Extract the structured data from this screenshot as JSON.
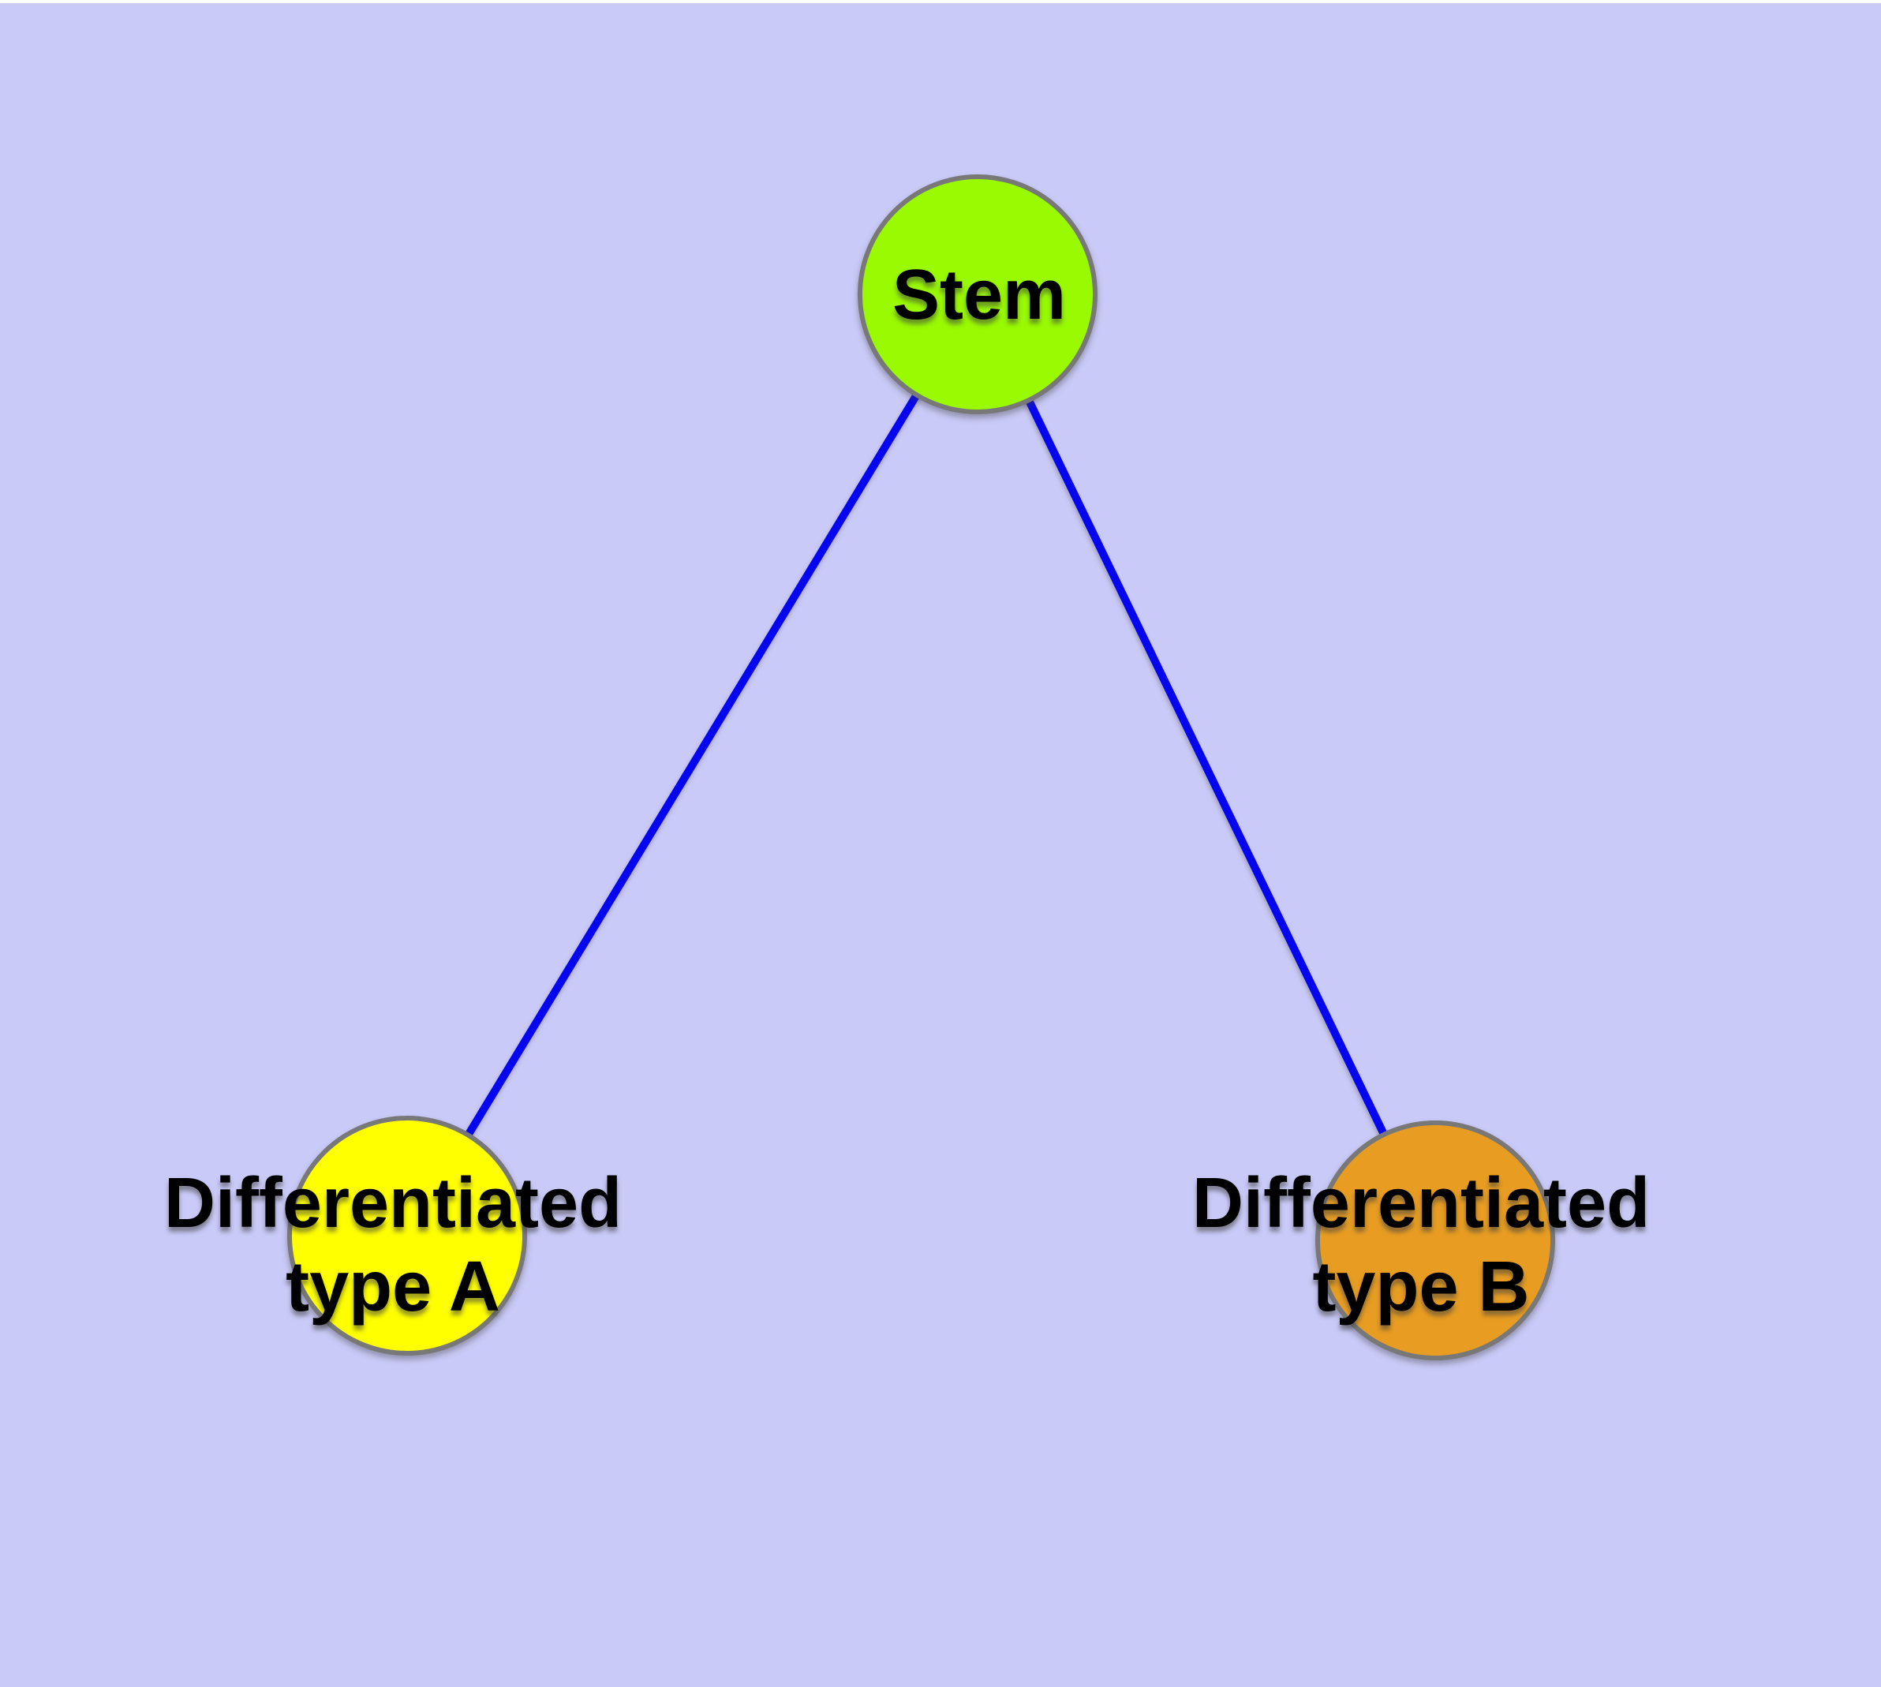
{
  "diagram": {
    "type": "graph",
    "colors": {
      "background": "#CACAF8",
      "top_border": "#FFFFFF",
      "edge": "#0505F0",
      "node_border": "#787878",
      "label_text": "#000000",
      "stem_fill": "#99FA02",
      "type_a_fill": "#FFFF00",
      "type_b_fill": "#E89D22"
    },
    "nodes": {
      "stem": {
        "id": "stem",
        "label": "Stem",
        "fill": "#99FA02"
      },
      "type_a": {
        "id": "type_a",
        "line1": "Differentiated",
        "line2": "type A",
        "fill": "#FFFF00"
      },
      "type_b": {
        "id": "type_b",
        "line1": "Differentiated",
        "line2": "type B",
        "fill": "#E89D22"
      }
    },
    "edges": [
      {
        "from": "stem",
        "to": "type_a"
      },
      {
        "from": "stem",
        "to": "type_b"
      }
    ]
  }
}
